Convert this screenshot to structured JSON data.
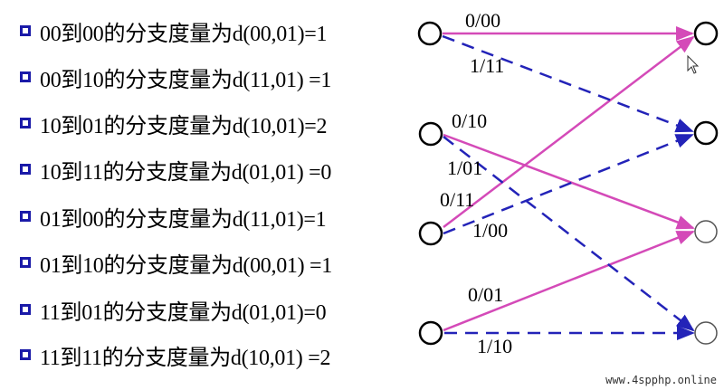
{
  "rules": [
    "00到00的分支度量为d(00,01)=1",
    "00到10的分支度量为d(11,01) =1",
    "10到01的分支度量为d(10,01)=2",
    "10到11的分支度量为d(01,01) =0",
    "01到00的分支度量为d(11,01)=1",
    "01到10的分支度量为d(00,01) =1",
    "11到01的分支度量为d(01,01)=0",
    "11到11的分支度量为d(10,01) =2"
  ],
  "trellis": {
    "edge_labels": {
      "s00_n00": "0/00",
      "s00_n01": "1/11",
      "s01_n10": "0/10",
      "s01_n11": "1/01",
      "s10_n00": "0/11",
      "s10_n01": "1/00",
      "s11_n10": "0/01",
      "s11_n11": "1/10"
    },
    "colors": {
      "solid_edge": "#d44ab8",
      "dashed_edge": "#2323b8",
      "bullet": "#1a1aa8"
    }
  },
  "watermark": "www.4spphp.online"
}
